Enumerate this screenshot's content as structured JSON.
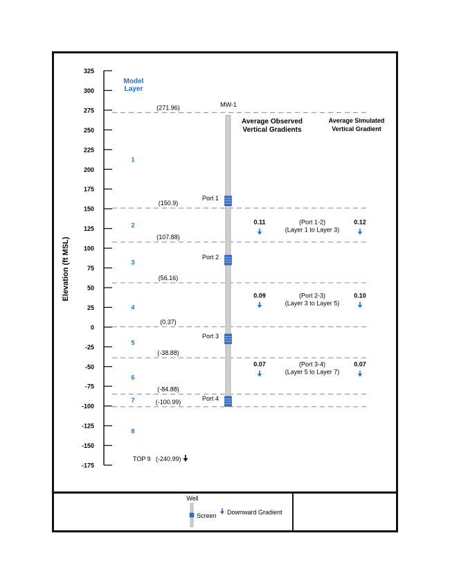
{
  "chart_data": {
    "type": "diagram",
    "ylabel": "Elevation (ft MSL)",
    "yticks": [
      325,
      300,
      275,
      250,
      225,
      200,
      175,
      150,
      125,
      100,
      75,
      50,
      25,
      0,
      -25,
      -50,
      -75,
      -100,
      -125,
      -150,
      -175
    ],
    "ylim": [
      -175,
      325
    ],
    "model_layer_header": [
      "Model",
      "Layer"
    ],
    "layers": [
      {
        "label": "1",
        "elev": 212
      },
      {
        "label": "2",
        "elev": 129
      },
      {
        "label": "3",
        "elev": 82
      },
      {
        "label": "4",
        "elev": 25
      },
      {
        "label": "5",
        "elev": -20
      },
      {
        "label": "6",
        "elev": -64
      },
      {
        "label": "7",
        "elev": -93
      },
      {
        "label": "8",
        "elev": -132
      }
    ],
    "boundaries": [
      {
        "value": 271.96,
        "label": "(271.96)"
      },
      {
        "value": 150.9,
        "label": "(150.9)"
      },
      {
        "value": 107.88,
        "label": "(107.88)"
      },
      {
        "value": 56.16,
        "label": "(56.16)"
      },
      {
        "value": 0.37,
        "label": "(0.37)"
      },
      {
        "value": -38.88,
        "label": "(-38.88)"
      },
      {
        "value": -84.88,
        "label": "(-84.88)"
      },
      {
        "value": -100.99,
        "label": "(-100.99)"
      }
    ],
    "top9": {
      "label": "TOP 9",
      "value_label": "(-240.99)"
    },
    "well": {
      "name": "MW-1",
      "top": 271.96,
      "bottom": -100.99
    },
    "ports": [
      {
        "label": "Port 1",
        "elev": 160
      },
      {
        "label": "Port 2",
        "elev": 85
      },
      {
        "label": "Port 3",
        "elev": -15
      },
      {
        "label": "Port 4",
        "elev": -94
      }
    ],
    "observed_header": [
      "Average Observed",
      "Vertical Gradients"
    ],
    "simulated_header": [
      "Average Simulated",
      "Vertical Gradient"
    ],
    "gradients": [
      {
        "elev": 125,
        "observed": "0.11",
        "simulated": "0.12",
        "port_pair": "(Port 1-2)",
        "layers": "(Layer 1 to Layer 3)"
      },
      {
        "elev": 32,
        "observed": "0.09",
        "simulated": "0.10",
        "port_pair": "(Port 2-3)",
        "layers": "(Layer 3 to Layer 5)"
      },
      {
        "elev": -55,
        "observed": "0.07",
        "simulated": "0.07",
        "port_pair": "(Port 3-4)",
        "layers": "(Layer 5 to Layer 7)"
      }
    ]
  },
  "legend": {
    "well_label": "Well",
    "screen_label": "Screen",
    "gradient_label": "Downward Gradient"
  },
  "colors": {
    "accent_blue": "#1a6fd1",
    "screen_blue": "#3a6fc4",
    "well_gray": "#cfcfcf",
    "dash_gray": "#888888"
  }
}
